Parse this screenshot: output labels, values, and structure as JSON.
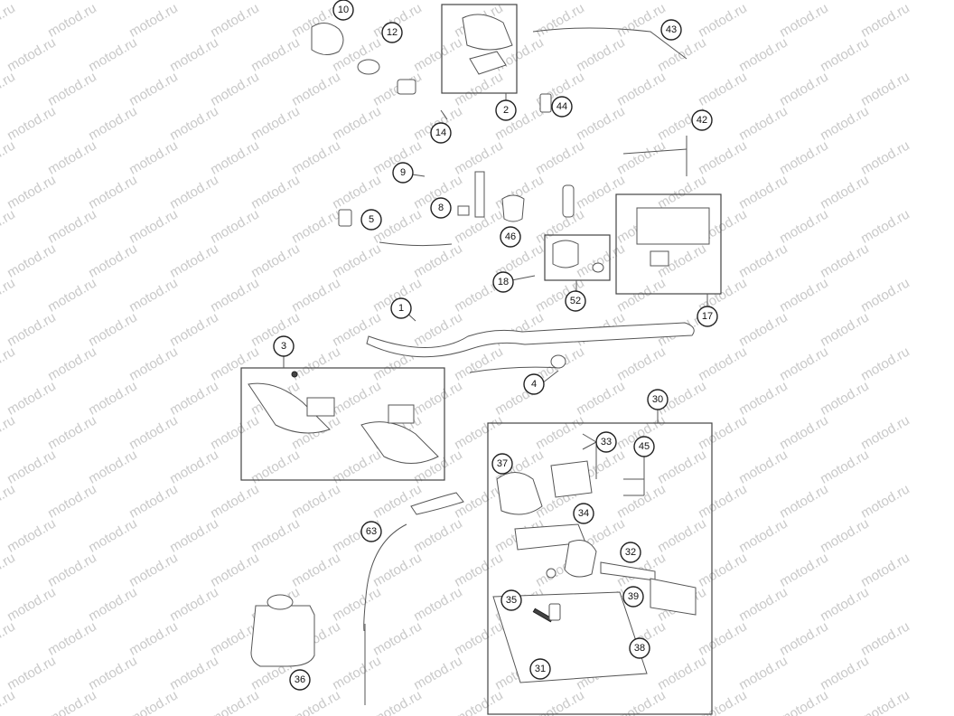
{
  "watermark": "motod.ru",
  "callouts": {
    "c1": "1",
    "c2": "2",
    "c3": "3",
    "c4": "4",
    "c5": "5",
    "c8": "8",
    "c9": "9",
    "c10": "10",
    "c12": "12",
    "c14": "14",
    "c17": "17",
    "c18": "18",
    "c30": "30",
    "c31": "31",
    "c32": "32",
    "c33": "33",
    "c34": "34",
    "c35": "35",
    "c36": "36",
    "c37": "37",
    "c38": "38",
    "c39": "39",
    "c42": "42",
    "c43": "43",
    "c44": "44",
    "c45": "45",
    "c46": "46",
    "c52": "52",
    "c63": "63"
  }
}
